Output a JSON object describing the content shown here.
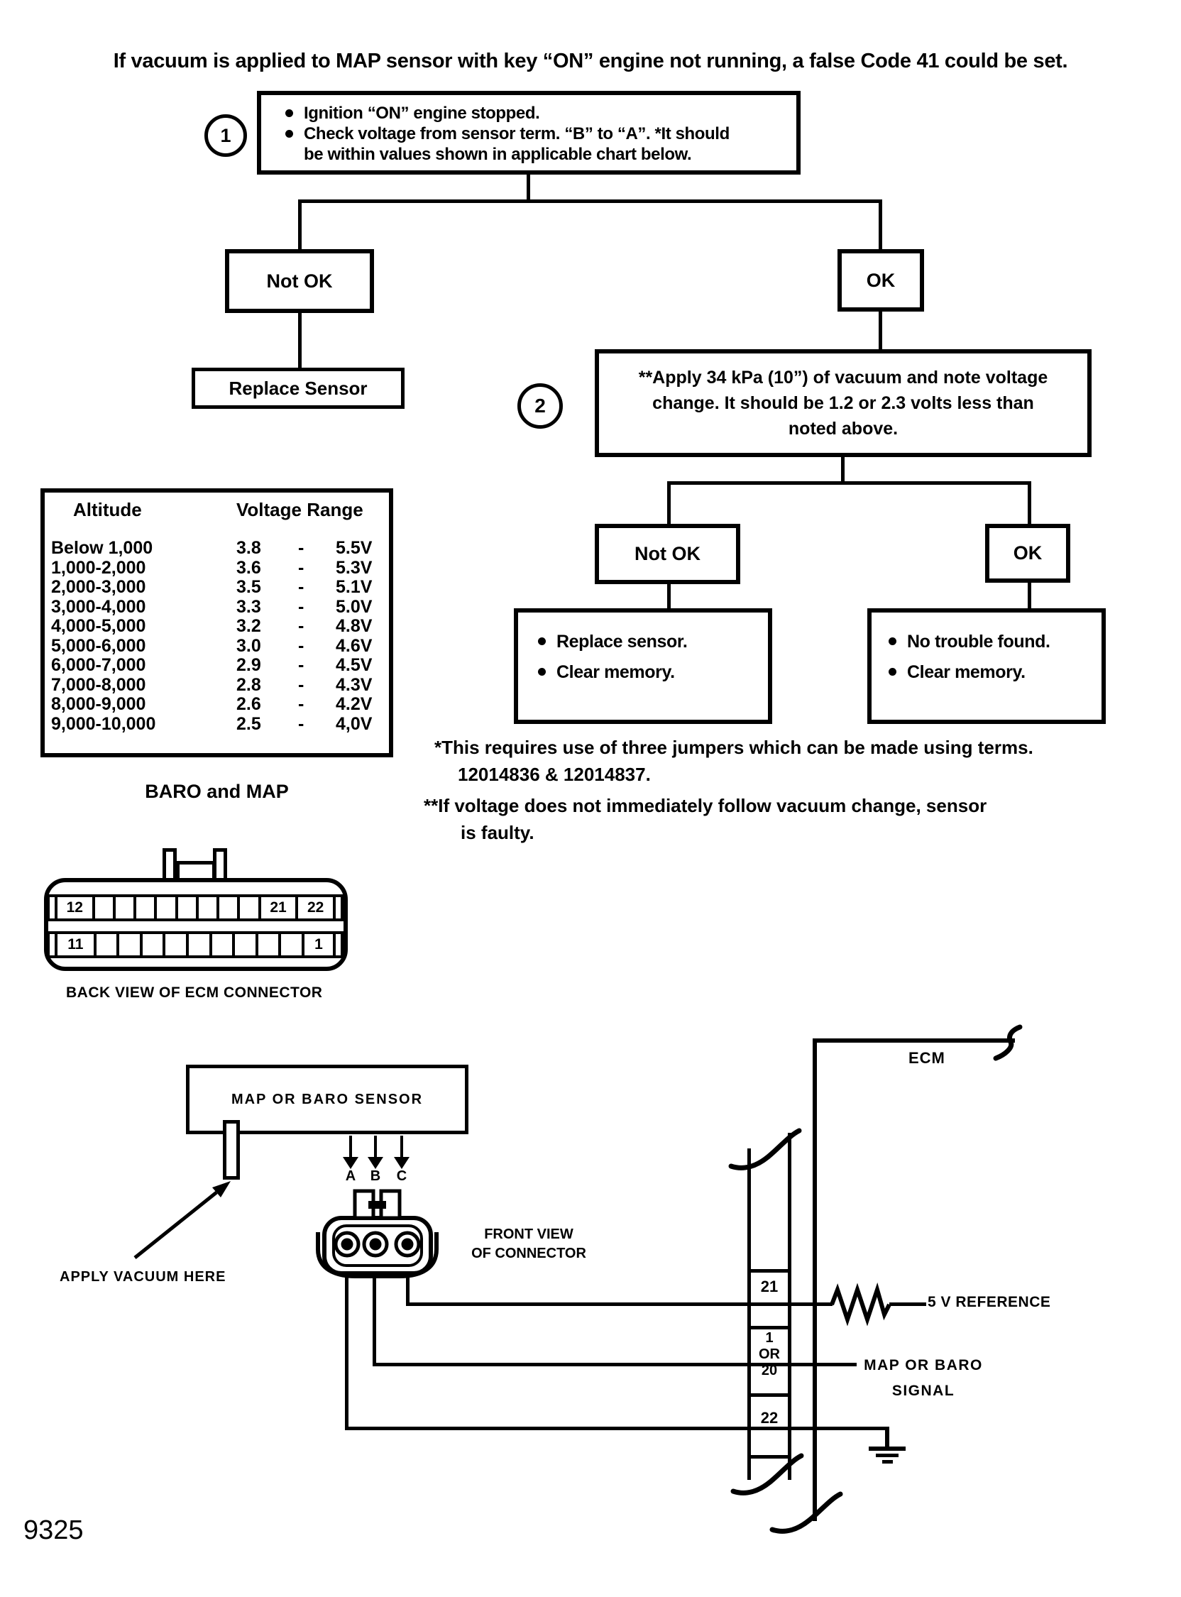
{
  "title": "If vacuum is applied to MAP sensor with key “ON” engine not running, a false Code 41 could be set.",
  "flowchart": {
    "step1": {
      "number": "1",
      "bullet1_line1": "Ignition “ON” engine stopped.",
      "bullet2_line1": "Check voltage from sensor term. “B” to “A”.  *It should",
      "bullet2_line2": "be within values shown in applicable chart below."
    },
    "not_ok_1": "Not OK",
    "ok_1": "OK",
    "replace_sensor": "Replace Sensor",
    "step2": {
      "number": "2",
      "line1": "**Apply 34 kPa (10”) of vacuum and note voltage",
      "line2": "change.  It should be 1.2 or 2.3 volts less than",
      "line3": "noted above."
    },
    "not_ok_2": "Not OK",
    "ok_2": "OK",
    "result_not_ok_item1": "Replace sensor.",
    "result_not_ok_item2": "Clear memory.",
    "result_ok_item1": "No trouble found.",
    "result_ok_item2": "Clear memory."
  },
  "altitude_table": {
    "header_altitude": "Altitude",
    "header_voltage": "Voltage Range",
    "rows": [
      [
        "Below 1,000",
        "3.8",
        "-",
        "5.5V"
      ],
      [
        "1,000-2,000",
        "3.6",
        "-",
        "5.3V"
      ],
      [
        "2,000-3,000",
        "3.5",
        "-",
        "5.1V"
      ],
      [
        "3,000-4,000",
        "3.3",
        "-",
        "5.0V"
      ],
      [
        "4,000-5,000",
        "3.2",
        "-",
        "4.8V"
      ],
      [
        "5,000-6,000",
        "3.0",
        "-",
        "4.6V"
      ],
      [
        "6,000-7,000",
        "2.9",
        "-",
        "4.5V"
      ],
      [
        "7,000-8,000",
        "2.8",
        "-",
        "4.3V"
      ],
      [
        "8,000-9,000",
        "2.6",
        "-",
        "4.2V"
      ],
      [
        "9,000-10,000",
        "2.5",
        "-",
        "4,0V"
      ]
    ]
  },
  "baro_map_caption": "BARO and MAP",
  "footnotes": {
    "note1_line1": "*This requires use of three jumpers which can be made using terms.",
    "note1_line2": "12014836 & 12014837.",
    "note2_line1": "**If voltage does not immediately follow vacuum change, sensor",
    "note2_line2": "is faulty."
  },
  "ecm_connector": {
    "caption": "BACK VIEW OF ECM CONNECTOR",
    "row1": [
      "",
      "12",
      "",
      "",
      "",
      "",
      "",
      "",
      "",
      "",
      "21",
      "22",
      ""
    ],
    "row2": [
      "",
      "11",
      "",
      "",
      "",
      "",
      "",
      "",
      "",
      "",
      "",
      "1",
      ""
    ]
  },
  "wiring": {
    "sensor_label": "MAP OR BARO SENSOR",
    "apply_vacuum_label": "APPLY VACUUM HERE",
    "terminal_a": "A",
    "terminal_b": "B",
    "terminal_c": "C",
    "front_view_line1": "FRONT VIEW",
    "front_view_line2": "OF CONNECTOR",
    "ecm_label": "ECM",
    "pin21": "21",
    "pin1or20_line1": "1",
    "pin1or20_line2": "OR",
    "pin1or20_line3": "20",
    "pin22": "22",
    "ref_label": "5 V REFERENCE",
    "signal_line1": "MAP OR BARO",
    "signal_line2": "SIGNAL"
  },
  "page_number": "9325"
}
